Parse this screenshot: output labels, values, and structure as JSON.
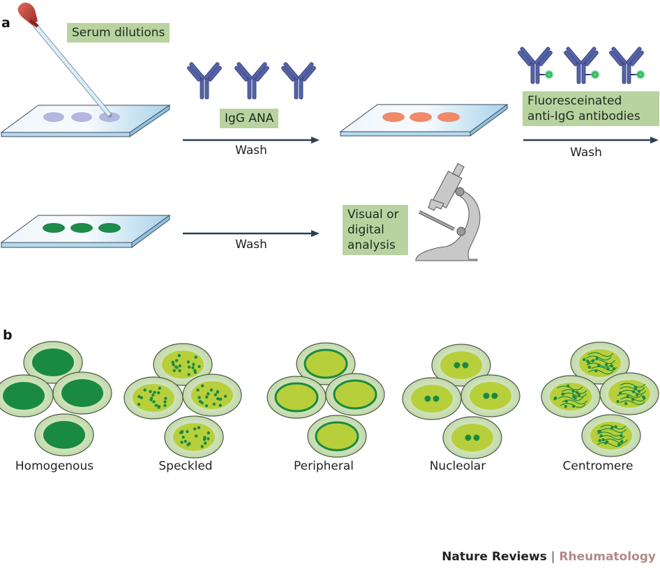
{
  "panel_a": {
    "letter": "a",
    "labels": {
      "serum_dilutions": "Serum dilutions",
      "igg_ana": "IgG ANA",
      "fluoresceinated_line1": "Fluoresceinated",
      "fluoresceinated_line2": "anti-IgG antibodies",
      "visual_line1": "Visual or",
      "visual_line2": "digital",
      "visual_line3": "analysis"
    },
    "arrows": [
      {
        "label": "Wash"
      },
      {
        "label": "Wash"
      },
      {
        "label": "Wash"
      }
    ],
    "colors": {
      "label_box": "#b8d3a0",
      "antibody": "#5563a8",
      "slide": "#cfe6f3",
      "serum_spot": "#b9b9de",
      "ana_spot": "#ef8a66",
      "fluor_spot": "#1f8a4a",
      "fluor_dot": "#2dbb5c",
      "arrow": "#2f3f52"
    }
  },
  "panel_b": {
    "letter": "b",
    "patterns": [
      {
        "name": "Homogenous"
      },
      {
        "name": "Speckled"
      },
      {
        "name": "Peripheral"
      },
      {
        "name": "Nucleolar"
      },
      {
        "name": "Centromere"
      }
    ],
    "colors": {
      "cell": "#cfe0b8",
      "nucleus": "#b8cf3c",
      "stain": "#1a8a40"
    }
  },
  "footer": {
    "journal": "Nature Reviews",
    "separator": "|",
    "subject": "Rheumatology"
  }
}
